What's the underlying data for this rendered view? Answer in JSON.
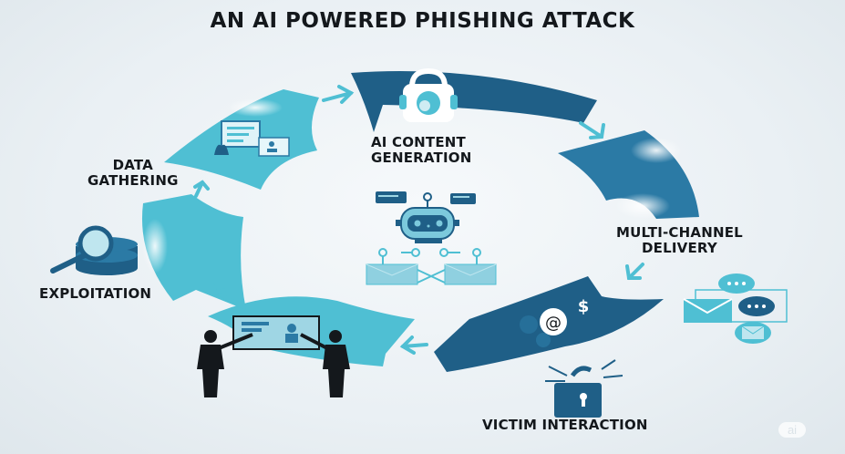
{
  "title": "AN AI POWERED PHISHING ATTACK",
  "stages": [
    {
      "id": "data-gathering",
      "line1": "DATA",
      "line2": "GATHERING",
      "icon": "id-card-icon"
    },
    {
      "id": "ai-content-generation",
      "line1": "AI CONTENT",
      "line2": "GENERATION",
      "icon": "padlock-icon"
    },
    {
      "id": "multi-channel-delivery",
      "line1": "MULTI-CHANNEL",
      "line2": "DELIVERY",
      "icon": "message-channels-icon"
    },
    {
      "id": "victim-interaction",
      "line1": "VICTIM INTERACTION",
      "line2": "",
      "icon": "broken-lock-icon"
    },
    {
      "id": "exploitation",
      "line1": "EXPLOITATION",
      "line2": "",
      "icon": "database-search-icon"
    }
  ],
  "center_icon": "ai-robot-icon",
  "segment_icons": {
    "victim_segment": "email-at-dollar-icon"
  },
  "watermark": "ai",
  "colors": {
    "dark_blue": "#1f5f87",
    "mid_blue": "#2b7aa5",
    "teal": "#4fbfd3",
    "text": "#14181c",
    "background": "#eaf0f4"
  }
}
